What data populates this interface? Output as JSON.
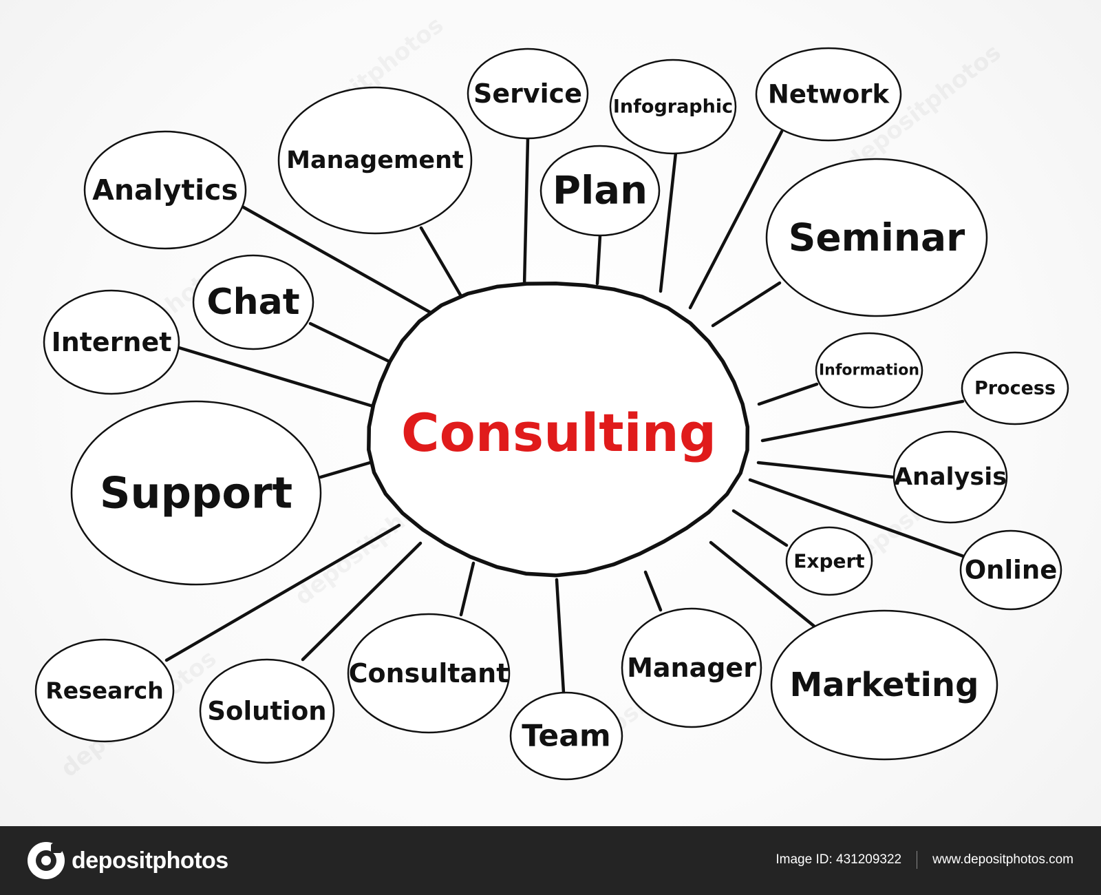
{
  "diagram": {
    "center": {
      "label": "Consulting",
      "color": "#e01b1b"
    },
    "nodes": [
      {
        "label": "Service"
      },
      {
        "label": "Infographic"
      },
      {
        "label": "Network"
      },
      {
        "label": "Management"
      },
      {
        "label": "Analytics"
      },
      {
        "label": "Plan"
      },
      {
        "label": "Seminar"
      },
      {
        "label": "Chat"
      },
      {
        "label": "Internet"
      },
      {
        "label": "Information"
      },
      {
        "label": "Process"
      },
      {
        "label": "Support"
      },
      {
        "label": "Analysis"
      },
      {
        "label": "Expert"
      },
      {
        "label": "Online"
      },
      {
        "label": "Research"
      },
      {
        "label": "Solution"
      },
      {
        "label": "Consultant"
      },
      {
        "label": "Team"
      },
      {
        "label": "Manager"
      },
      {
        "label": "Marketing"
      }
    ],
    "line_color": "#111111"
  },
  "watermark": "depositphotos",
  "footer": {
    "logo_text": "depositphotos",
    "image_id": "Image ID: 431209322",
    "url": "www.depositphotos.com"
  }
}
